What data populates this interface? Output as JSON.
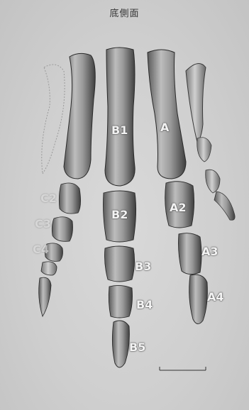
{
  "title": "底側面",
  "labels": {
    "A": "A",
    "A2": "A2",
    "A3": "A3",
    "A4": "A4",
    "B1": "B1",
    "B2": "B2",
    "B3": "B3",
    "B4": "B4",
    "B5": "B5",
    "C2": "C2",
    "C3": "C3",
    "C4": "C4"
  }
}
